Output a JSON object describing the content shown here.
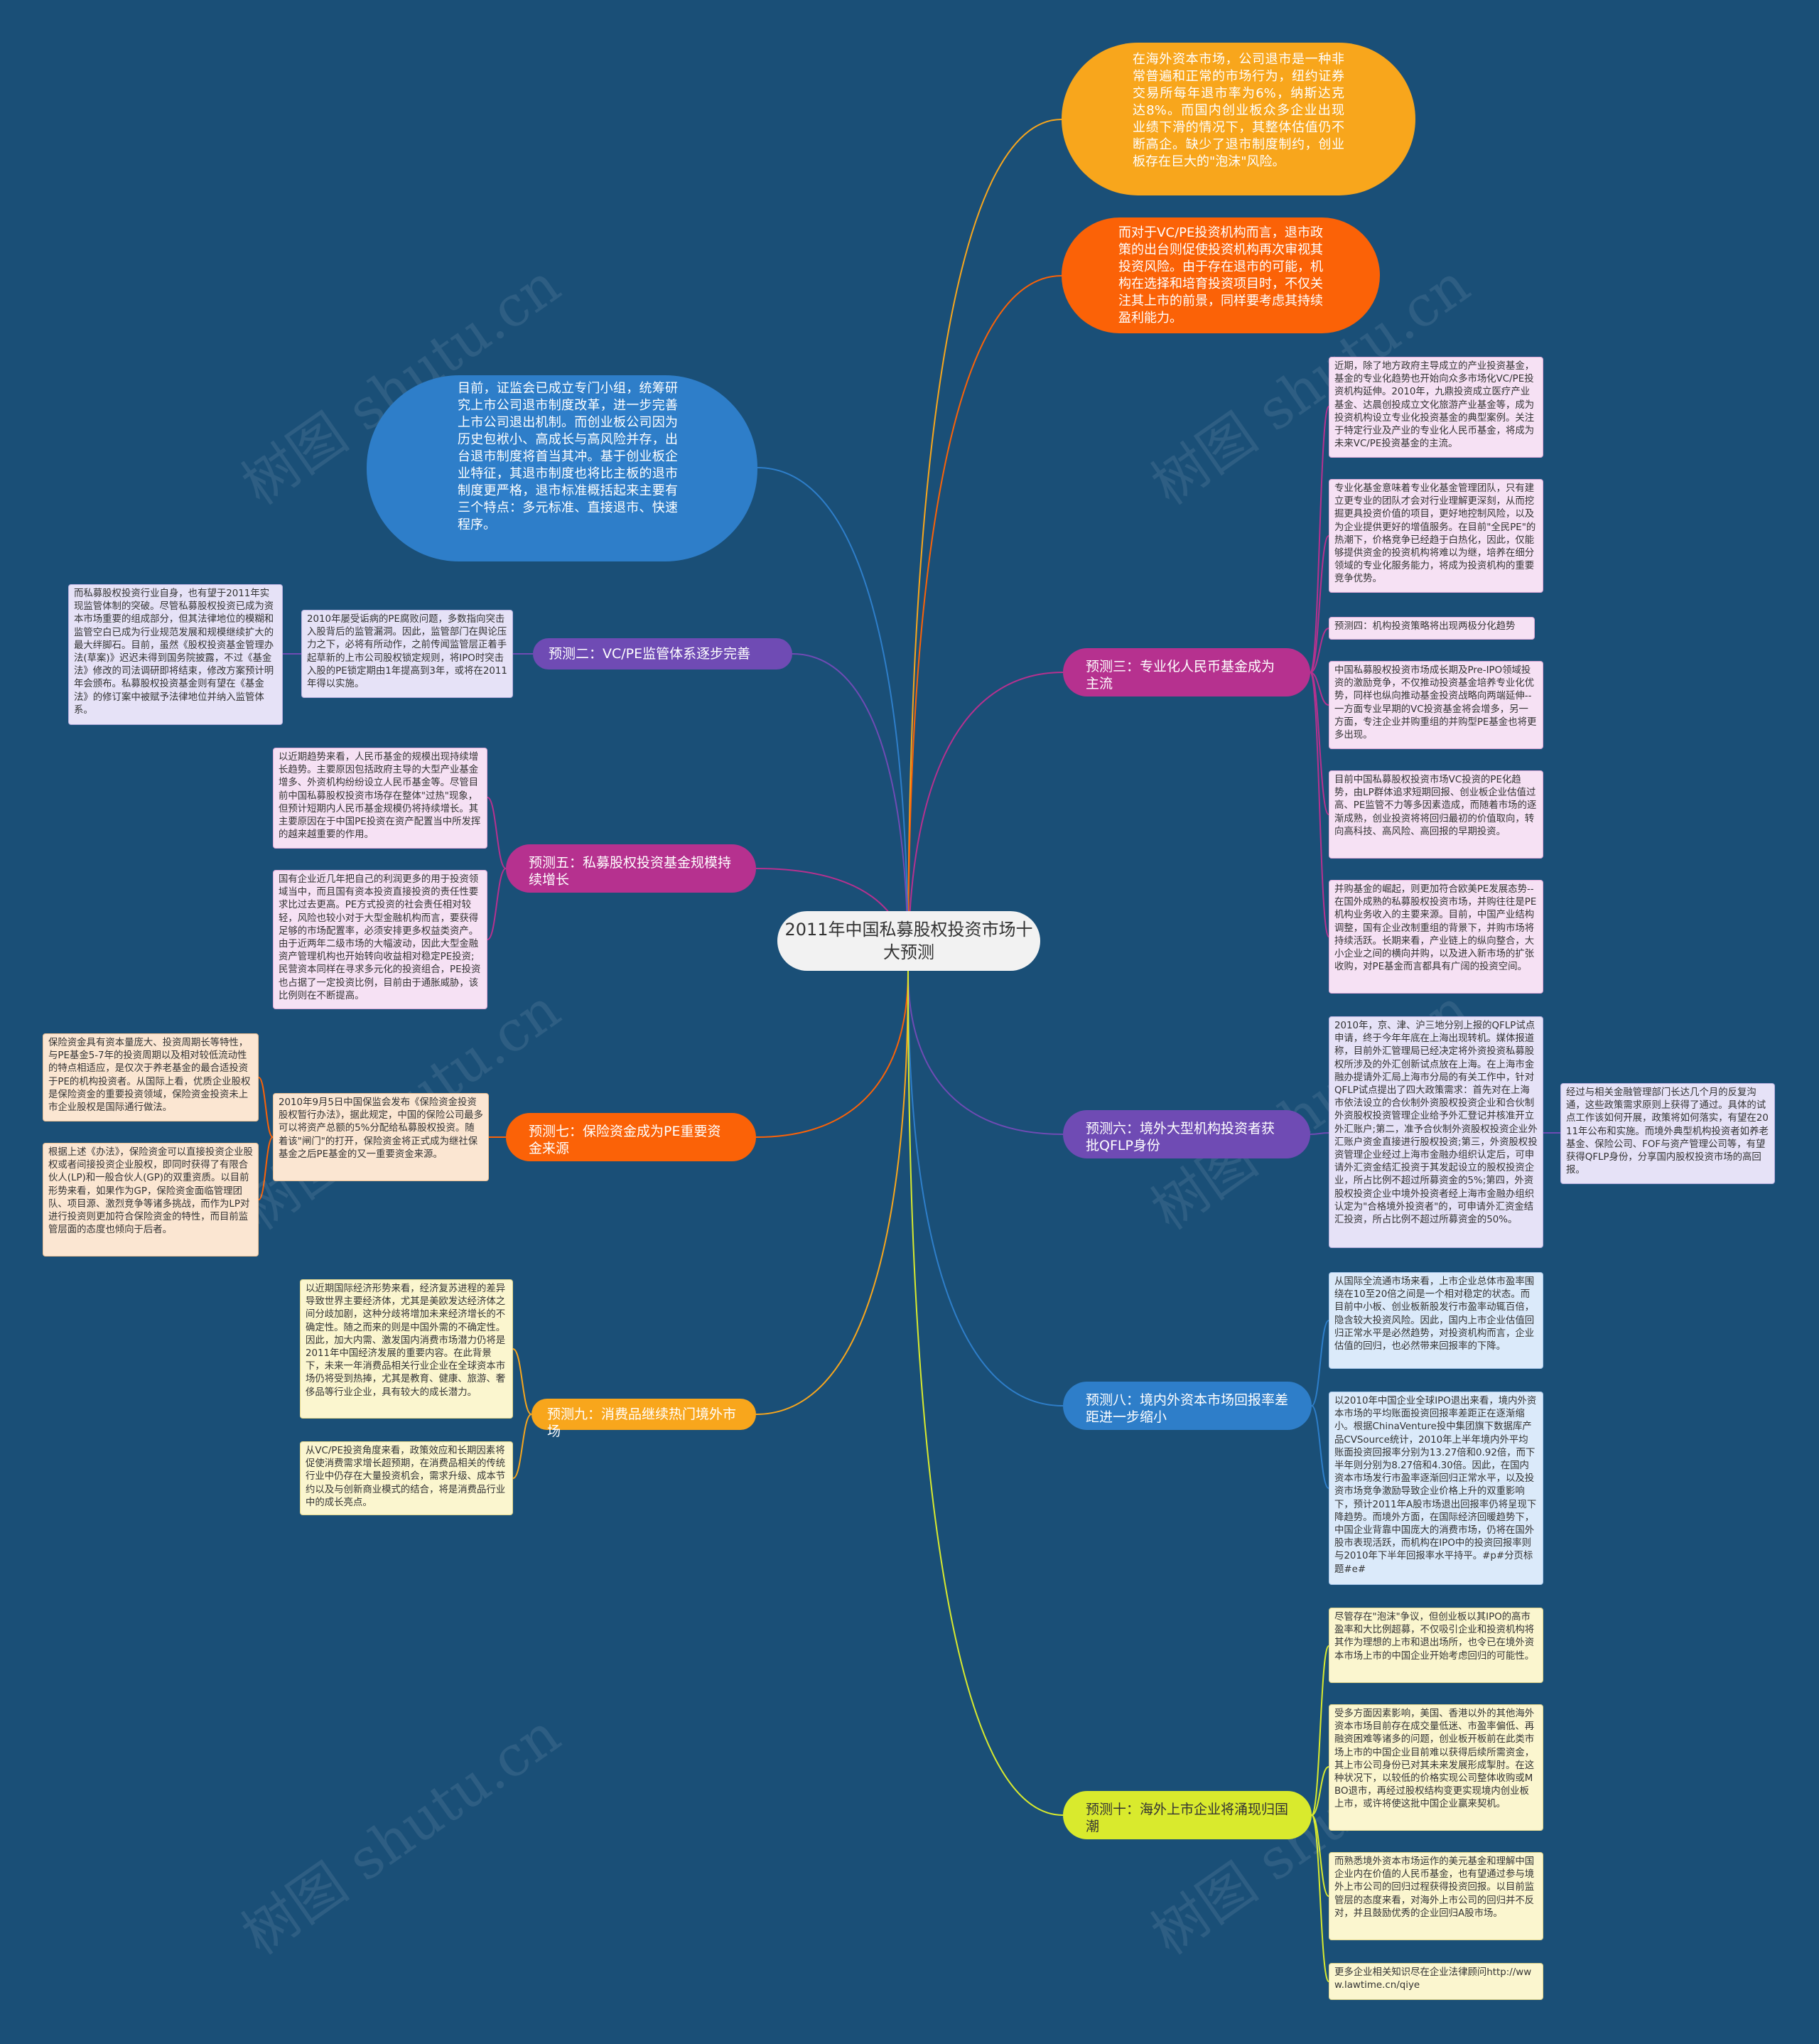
{
  "root": "2011年中国私募股权投资市场十大预测",
  "watermark": "树图 shutu.cn",
  "colors": {
    "background": "#1a4f77",
    "bubble_yellow": "#f8a61c",
    "bubble_orange": "#fb6207",
    "bubble_blue": "#2e7ec9",
    "purple": "#6f4bb4",
    "magenta": "#b6318f",
    "orange": "#fb6207",
    "blue": "#2e7ec9",
    "yellow": "#f8a61c",
    "lime": "#d9ea2d"
  },
  "bubbles": [
    "在海外资本市场，公司退市是一种非常普遍和正常的市场行为，纽约证券交易所每年退市率为6%，纳斯达克达8%。而国内创业板众多企业出现业绩下滑的情况下，其整体估值仍不断高企。缺少了退市制度制约，创业板存在巨大的\"泡沫\"风险。",
    "而对于VC/PE投资机构而言，退市政策的出台则促使投资机构再次审视其投资风险。由于存在退市的可能，机构在选择和培育投资项目时，不仅关注其上市的前景，同样要考虑其持续盈利能力。",
    "目前，证监会已成立专门小组，统筹研究上市公司退市制度改革，进一步完善上市公司退出机制。而创业板公司因为历史包袱小、高成长与高风险并存，出台退市制度将首当其冲。基于创业板企业特征，其退市制度也将比主板的退市制度更严格，退市标准概括起来主要有三个特点：多元标准、直接退市、快速程序。"
  ],
  "branches": {
    "b2": "预测二：VC/PE监管体系逐步完善",
    "b5": "预测五：私募股权投资基金规模持续增长",
    "b7": "预测七：保险资金成为PE重要资金来源",
    "b9": "预测九：消费品继续热门境外市场",
    "b3": "预测三：专业化人民币基金成为主流",
    "b6": "预测六：境外大型机构投资者获批QFLP身份",
    "b8": "预测八：境内外资本市场回报率差距进一步缩小",
    "b10": "预测十：海外上市企业将涌现归国潮"
  },
  "cards": {
    "b2a": "2010年屡受诟病的PE腐败问题，多数指向突击入股背后的监管漏洞。因此，监管部门在舆论压力之下，必将有所动作，之前传闻监管层正着手起草新的上市公司股权锁定规则，将IPO时突击入股的PE锁定期由1年提高到3年，或将在2011年得以实施。",
    "b2b": "而私募股权投资行业自身，也有望于2011年实现监管体制的突破。尽管私募股权投资已成为资本市场重要的组成部分，但其法律地位的模糊和监管空白已成为行业规范发展和规模继续扩大的最大绊脚石。目前，虽然《股权投资基金管理办法(草案)》迟迟未得到国务院披露，不过《基金法》修改的司法调研即将结束，修改方案预计明年会颁布。私募股权投资基金则有望在《基金法》的修订案中被赋予法律地位并纳入监管体系。",
    "b5a": "以近期趋势来看，人民币基金的规模出现持续增长趋势。主要原因包括政府主导的大型产业基金增多、外资机构纷纷设立人民币基金等。尽管目前中国私募股权投资市场存在整体\"过热\"现象，但预计短期内人民币基金规模仍将持续增长。其主要原因在于中国PE投资在资产配置当中所发挥的越来越重要的作用。",
    "b5b": "国有企业近几年把自己的利润更多的用于投资领域当中，而且国有资本投资直接投资的责任性要求比过去更高。PE方式投资的社会责任相对较轻，风险也较小对于大型金融机构而言，要获得足够的市场配置率，必须安排更多权益类资产。由于近两年二级市场的大幅波动，因此大型金融资产管理机构也开始转向收益相对稳定PE投资;民营资本同样在寻求多元化的投资组合，PE投资也占据了一定投资比例，目前由于通胀威胁，该比例则在不断提高。",
    "b7a": "2010年9月5日中国保监会发布《保险资金投资股权暂行办法》，据此规定，中国的保险公司最多可以将资产总额的5%分配给私募股权投资。随着该\"闸门\"的打开，保险资金将正式成为继社保基金之后PE基金的又一重要资金来源。",
    "b7b": "保险资金具有资本量庞大、投资周期长等特性，与PE基金5-7年的投资周期以及相对较低流动性的特点相适应，是仅次于养老基金的最合适投资于PE的机构投资者。从国际上看，优质企业股权是保险资金的重要投资领域，保险资金投资未上市企业股权是国际通行做法。",
    "b7c": "根据上述《办法》，保险资金可以直接投资企业股权或者间接投资企业股权，即同时获得了有限合伙人(LP)和一般合伙人(GP)的双重资质。以目前形势来看，如果作为GP，保险资金面临管理团队、项目源、激烈竞争等诸多挑战，而作为LP对进行投资则更加符合保险资金的特性，而目前监管层面的态度也倾向于后者。",
    "b9a": "以近期国际经济形势来看，经济复苏进程的差异导致世界主要经济体，尤其是美欧发达经济体之间分歧加剧，这种分歧将增加未来经济增长的不确定性。随之而来的则是中国外需的不确定性。因此，加大内需、激发国内消费市场潜力仍将是2011年中国经济发展的重要内容。在此背景下，未来一年消费品相关行业企业在全球资本市场仍将受到热捧，尤其是教育、健康、旅游、奢侈品等行业企业，具有较大的成长潜力。",
    "b9b": "从VC/PE投资角度来看，政策效应和长期因素将促使消费需求增长超预期，在消费品相关的传统行业中仍存在大量投资机会，需求升级、成本节约以及与创新商业模式的结合，将是消费品行业中的成长亮点。",
    "b3a": "近期，除了地方政府主导成立的产业投资基金，基金的专业化趋势也开始向众多市场化VC/PE投资机构延伸。2010年，九鼎投资成立医疗产业基金、达晨创投成立文化旅游产业基金等，成为投资机构设立专业化投资基金的典型案例。关注于特定行业及产业的专业化人民币基金，将成为未来VC/PE投资基金的主流。",
    "b3b": "专业化基金意味着专业化基金管理团队，只有建立更专业的团队才会对行业理解更深刻，从而挖掘更具投资价值的项目，更好地控制风险，以及为企业提供更好的增值服务。在目前\"全民PE\"的热潮下，价格竞争已经趋于白热化，因此，仅能够提供资金的投资机构将难以为继，培养在细分领域的专业化服务能力，将成为投资机构的重要竞争优势。",
    "b3c": "预测四：机构投资策略将出现两极分化趋势",
    "b3d": "中国私募股权投资市场成长期及Pre-IPO领域投资的激励竞争，不仅推动投资基金培养专业化优势，同样也纵向推动基金投资战略向两端延伸--一方面专业早期的VC投资基金将会增多，另一方面，专注企业并购重组的并购型PE基金也将更多出现。",
    "b3e": "目前中国私募股权投资市场VC投资的PE化趋势，由LP群体追求短期回报、创业板企业估值过高、PE监管不力等多因素造成，而随着市场的逐渐成熟，创业投资将将回归最初的价值取向，转向高科技、高风险、高回报的早期投资。",
    "b3f": "并购基金的崛起，则更加符合欧美PE发展态势--在国外成熟的私募股权投资市场，并购往往是PE机构业务收入的主要来源。目前，中国产业结构调整，国有企业改制重组的背景下，并购市场将持续活跃。长期来看，产业链上的纵向整合，大小企业之间的横向并购，以及进入新市场的扩张收购，对PE基金而言都具有广阔的投资空间。",
    "b6a": "2010年，京、津、沪三地分别上报的QFLP试点申请，终于今年年底在上海出现转机。媒体报道称，目前外汇管理局已经决定将外资投资私募股权所涉及的外汇创新试点放在上海。在上海市金融办提请外汇局上海市分局的有关工作中，针对QFLP试点提出了四大政策需求：首先对在上海市依法设立的合伙制外资股权投资企业和合伙制外资股权投资管理企业给予外汇登记并核准开立外汇账户;第二，准予合伙制外资股权投资企业外汇账户资金直接进行股权投资;第三，外资股权投资管理企业经过上海市金融办组织认定后，可申请外汇资金结汇投资于其发起设立的股权投资企业，所占比例不超过所募资金的5%;第四，外资股权投资企业中境外投资者经上海市金融办组织认定为\"合格境外投资者\"的，可申请外汇资金结汇投资，所占比例不超过所募资金的50%。",
    "b6b": "经过与相关金融管理部门长达几个月的反复沟通，这些政策需求原则上获得了通过。具体的试点工作该如何开展，政策将如何落实，有望在2011年公布和实施。而境外典型机构投资者如养老基金、保险公司、FOF与资产管理公司等，有望获得QFLP身份，分享国内股权投资市场的高回报。",
    "b8a": "从国际全流通市场来看，上市企业总体市盈率围绕在10至20倍之间是一个相对稳定的状态。而目前中小板、创业板新股发行市盈率动辄百倍，隐含较大投资风险。因此，国内上市企业估值回归正常水平是必然趋势，对投资机构而言，企业估值的回归，也必然带来回报率的下降。",
    "b8b": "以2010年中国企业全球IPO退出来看，境内外资本市场的平均账面投资回报率差距正在逐渐缩小。根据ChinaVenture投中集团旗下数据库产品CVSource统计，2010年上半年境内外平均账面投资回报率分别为13.27倍和0.92倍，而下半年则分别为8.27倍和4.30倍。因此，在国内资本市场发行市盈率逐渐回归正常水平，以及投资市场竞争激励导致企业价格上升的双重影响下，预计2011年A股市场退出回报率仍将呈现下降趋势。而境外方面，在国际经济回暖趋势下，中国企业背靠中国庞大的消费市场，仍将在国外股市表现活跃，而机构在IPO中的投资回报率则与2010年下半年回报率水平持平。#p#分页标题#e#",
    "b10a": "尽管存在\"泡沫\"争议，但创业板以其IPO的高市盈率和大比例超募，不仅吸引企业和投资机构将其作为理想的上市和退出场所，也令已在境外资本市场上市的中国企业开始考虑回归的可能性。",
    "b10b": "受多方面因素影响，美国、香港以外的其他海外资本市场目前存在成交量低迷、市盈率偏低、再融资困难等诸多的问题，创业板开板前在此类市场上市的中国企业目前难以获得后续所需资金，其上市公司身份已对其未来发展形成掣肘。在这种状况下，以较低的价格实现公司整体收购或MBO退市，再经过股权结构变更实现境内创业板上市，或许将使这批中国企业赢来契机。",
    "b10c": "而熟悉境外资本市场运作的美元基金和理解中国企业内在价值的人民币基金，也有望通过参与境外上市公司的回归过程获得投资回报。以目前监管层的态度来看，对海外上市公司的回归并不反对，并且鼓励优秀的企业回归A股市场。",
    "b10d": "更多企业相关知识尽在企业法律顾问http://www.lawtime.cn/qiye"
  }
}
